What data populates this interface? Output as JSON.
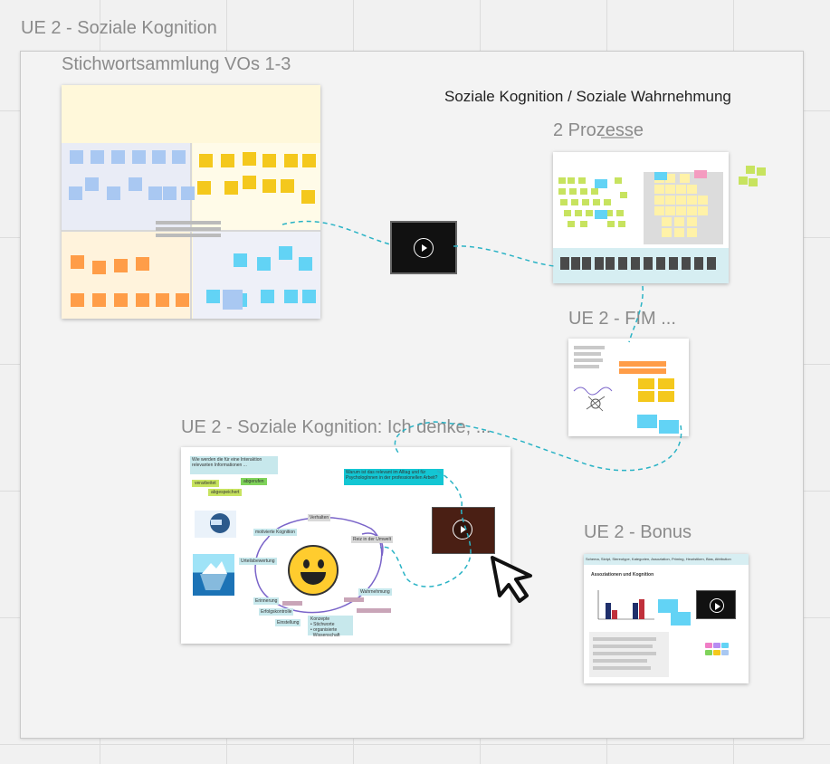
{
  "board": {
    "outer_frame_title": "UE 2 - Soziale Kognition",
    "heading": "Soziale Kognition / Soziale Wahrnehmung"
  },
  "frames": {
    "stichwort": {
      "title": "Stichwortsammlung VOs 1-3"
    },
    "prozesse": {
      "title": "2 Prozesse"
    },
    "fim": {
      "title": "UE 2 - FIM ..."
    },
    "ich_denke": {
      "title": "UE 2 - Soziale Kognition: Ich denke, ..."
    },
    "bonus": {
      "title": "UE 2 - Bonus"
    }
  },
  "ich_denke_card": {
    "question1": "Wie werden die für eine Interaktion relevanten Informationen ...",
    "tags": [
      "verarbeitet",
      "abgerufen",
      "abgespeichert"
    ],
    "question2": "Warum ist das relevant im Alltag und für PsychologInnen in der professionellen Arbeit?",
    "labels": {
      "verhalten": "Verhalten",
      "reiz": "Reiz in der Umwelt",
      "motivierte": "motivierte Kognition",
      "selbst": "Urteilsbewertung",
      "erinnerung": "Erinnerung",
      "erfolg": "Erfolgskontrolle",
      "einstellung": "Einstellung",
      "wahrnehmung": "Wahrnehmung",
      "konzepte": "Konzepte",
      "konzepte_sub": "• Stichworte\n• organisierte\n  Wissenschaft"
    }
  },
  "bonus_card": {
    "header": "Schema, Skript, Stereotype, Kategorien, Assoziation, Priming, Heuristiken, Bias, Attribution",
    "subtitle": "Assoziationen und Kognition"
  },
  "colors": {
    "connector": "#2ab3c5",
    "blue_sticky": "#a9c8f2",
    "yellow_sticky": "#f4c81c",
    "orange_sticky": "#ff9d48",
    "cyan_sticky": "#62d3f5",
    "lightyellow_sticky": "#fff2a8",
    "green_sticky": "#c7e35f"
  },
  "icons": [
    "play-icon",
    "smiley-emoji",
    "cursor-arrow-icon",
    "head-silhouette-icon",
    "iceberg-image"
  ]
}
